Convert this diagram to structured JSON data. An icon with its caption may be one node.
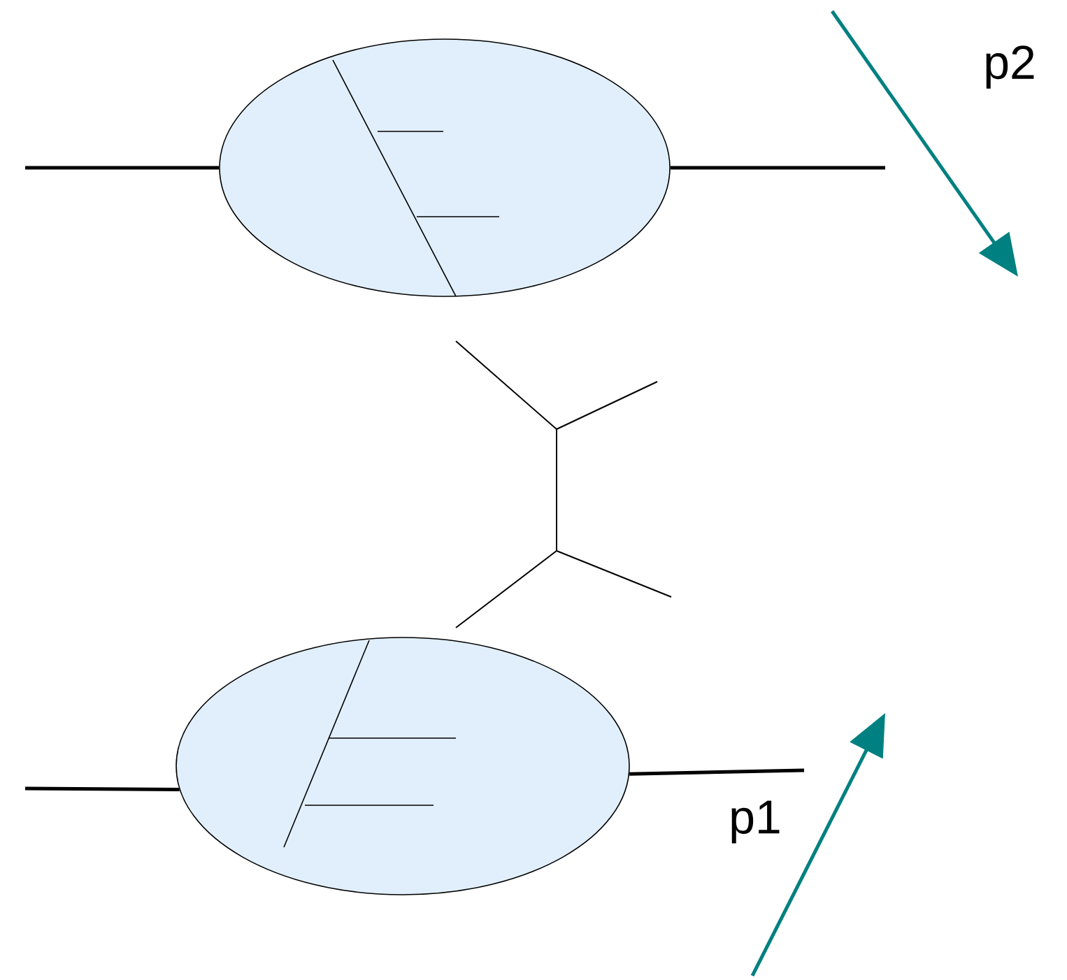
{
  "diagram": {
    "nodes": [
      {
        "text": [],
        "shape": "ellipse"
      },
      {
        "text": [],
        "shape": "ellipse"
      }
    ],
    "edges": [
      {
        "from": null,
        "to": 0,
        "arrow": "none"
      },
      {
        "from": 0,
        "to": null,
        "arrow": "none"
      },
      {
        "from": null,
        "to": 1,
        "arrow": "none"
      },
      {
        "from": 1,
        "to": null,
        "arrow": "none"
      }
    ],
    "labels": [
      "p2",
      "p1"
    ]
  }
}
